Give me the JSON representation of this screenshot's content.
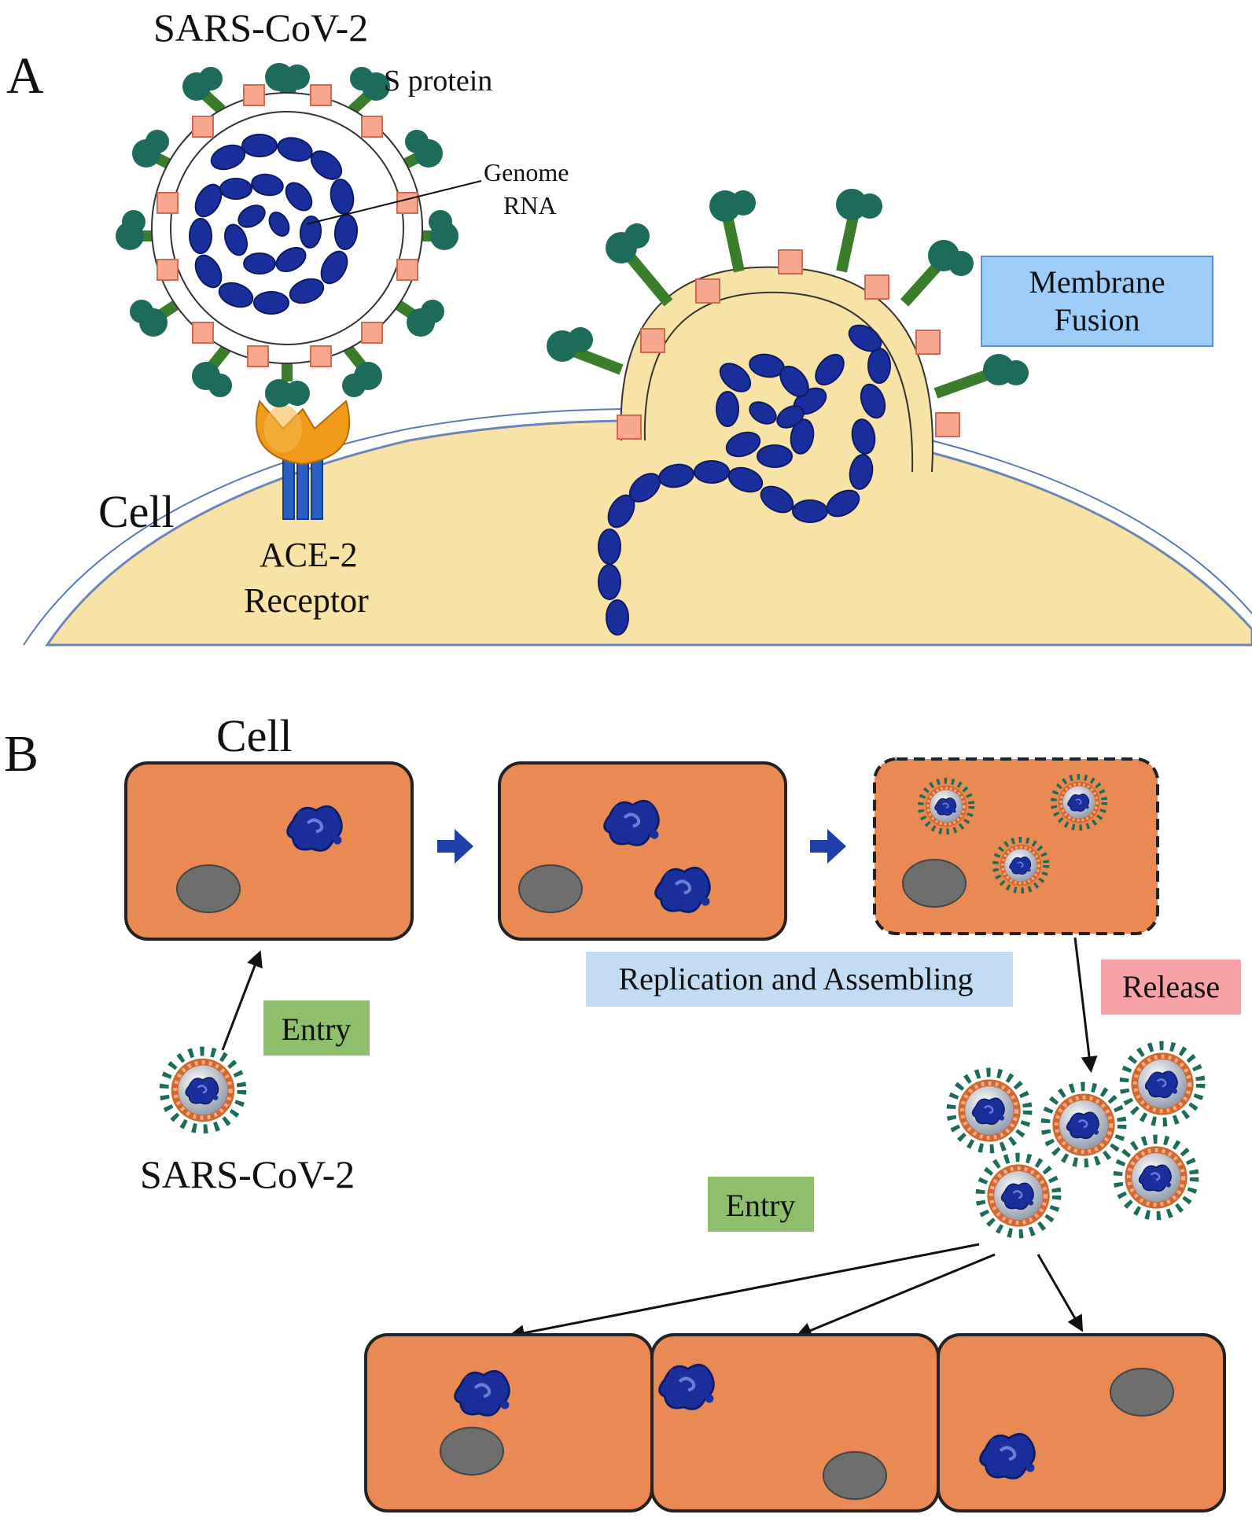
{
  "panel_a": {
    "letter": "A",
    "virus_title": "SARS-CoV-2",
    "s_protein": "S protein",
    "genome_line1": "Genome",
    "genome_line2": "RNA",
    "cell": "Cell",
    "receptor_line1": "ACE-2",
    "receptor_line2": "Receptor",
    "fusion_line1": "Membrane",
    "fusion_line2": "Fusion"
  },
  "panel_b": {
    "letter": "B",
    "cell": "Cell",
    "virus": "SARS-CoV-2",
    "entry_top": "Entry",
    "replication": "Replication and Assembling",
    "release": "Release",
    "entry_bottom": "Entry"
  },
  "colors": {
    "cell_fill": "#f8e3a6",
    "cell_box": "#e98a54",
    "rna": "#1b2f9c",
    "spike_head": "#1d6b5b",
    "spike_stalk": "#3a7d2a",
    "envelope_protein": "#f8a890",
    "receptor_cup": "#f09a1c",
    "receptor_stem": "#2a5fc4",
    "nucleus": "#6e6e6e",
    "fusion_box": "#9fcdfa",
    "replication_box": "#c3dcf3",
    "release_box": "#f6a2a6",
    "entry_box": "#8fbf6c",
    "flow_arrow": "#1f3fa8"
  }
}
